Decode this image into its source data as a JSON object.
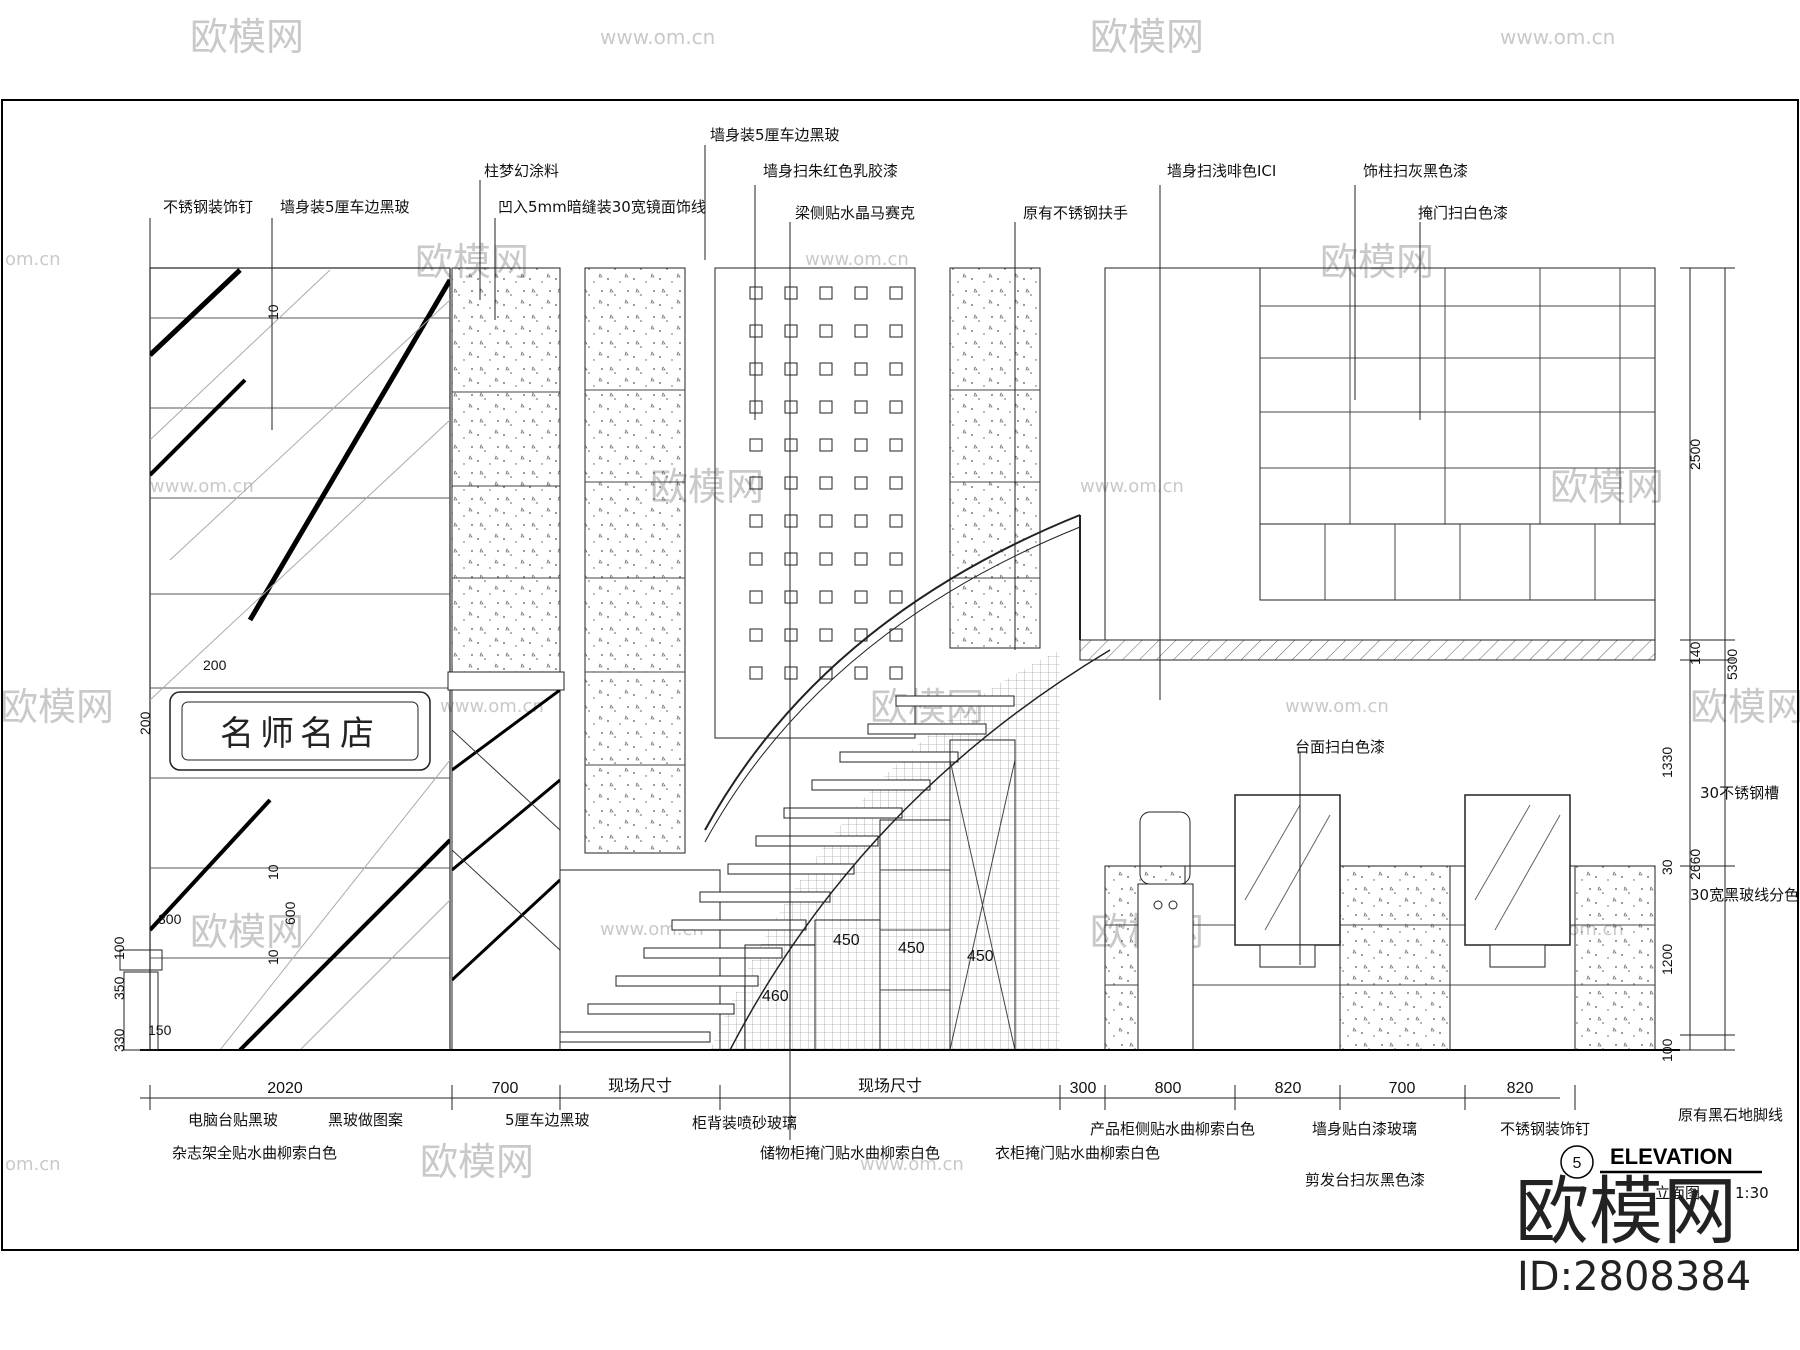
{
  "watermark": {
    "brand": "欧模网",
    "url": "www.om.cn",
    "url_short": "om.cn"
  },
  "labels_top": [
    "不锈钢装饰钉",
    "墙身装5厘车边黑玻",
    "柱梦幻涂料",
    "凹入5mm暗缝装30宽镜面饰线",
    "墙身装5厘车边黑玻",
    "墙身扫朱红色乳胶漆",
    "梁侧贴水晶马赛克",
    "原有不锈钢扶手",
    "墙身扫浅啡色ICI",
    "饰柱扫灰黑色漆",
    "掩门扫白色漆"
  ],
  "labels_mid": [
    "台面扫白色漆",
    "30不锈钢槽",
    "30宽黑玻线分色"
  ],
  "labels_bottom": [
    "电脑台贴黑玻",
    "杂志架全贴水曲柳索白色",
    "黑玻做图案",
    "5厘车边黑玻",
    "柜背装喷砂玻璃",
    "储物柜掩门贴水曲柳索白色",
    "衣柜掩门贴水曲柳索白色",
    "产品柜侧贴水曲柳索白色",
    "墙身贴白漆玻璃",
    "剪发台扫灰黑色漆",
    "不锈钢装饰钉",
    "原有黑石地脚线"
  ],
  "sign_text": "名师名店",
  "dims_bottom": [
    "2020",
    "700",
    "现场尺寸",
    "现场尺寸",
    "300",
    "800",
    "820",
    "700",
    "820"
  ],
  "dims_left": [
    "200",
    "200",
    "10",
    "10",
    "600",
    "10",
    "300",
    "100",
    "350",
    "330",
    "150"
  ],
  "dims_stairs": [
    "450",
    "450",
    "450",
    "460"
  ],
  "dims_right": [
    "2500",
    "5300",
    "140",
    "1330",
    "2660",
    "30",
    "1200",
    "100"
  ],
  "title": {
    "number": "5",
    "name": "ELEVATION",
    "sub": "立面图",
    "scale": "1:30"
  },
  "big_brand": "欧模网",
  "id_text": "ID:2808384"
}
